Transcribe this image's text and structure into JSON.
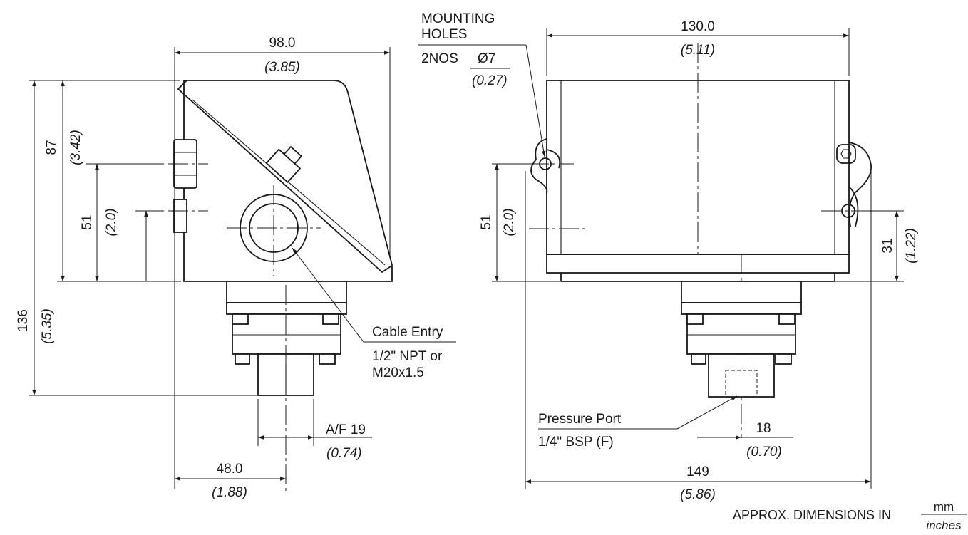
{
  "side_view": {
    "width_mm": "98.0",
    "width_in": "(3.85)",
    "height_total_mm": "136",
    "height_total_in": "(5.35)",
    "height_upper_mm": "87",
    "height_upper_in": "(3.42)",
    "mount_height_mm": "51",
    "mount_height_in": "(2.0)",
    "offset_mm": "48.0",
    "offset_in": "(1.88)",
    "af_mm": "A/F 19",
    "af_in": "(0.74)",
    "cable_entry_title": "Cable Entry",
    "cable_entry_line1": "1/2\" NPT or",
    "cable_entry_line2": "M20x1.5"
  },
  "front_view": {
    "mounting_line1": "MOUNTING",
    "mounting_line2": "HOLES",
    "mounting_count": "2NOS",
    "mounting_dia_mm": "Ø7",
    "mounting_dia_in": "(0.27)",
    "width_mm": "130.0",
    "width_in": "(5.11)",
    "mount_height_mm": "51",
    "mount_height_in": "(2.0)",
    "right_height_mm": "31",
    "right_height_in": "(1.22)",
    "port_title": "Pressure Port",
    "port_spec": "1/4\" BSP (F)",
    "port_offset_mm": "18",
    "port_offset_in": "(0.70)",
    "base_width_mm": "149",
    "base_width_in": "(5.86)"
  },
  "footer": {
    "label": "APPROX. DIMENSIONS IN",
    "unit_top": "mm",
    "unit_bottom": "inches"
  }
}
